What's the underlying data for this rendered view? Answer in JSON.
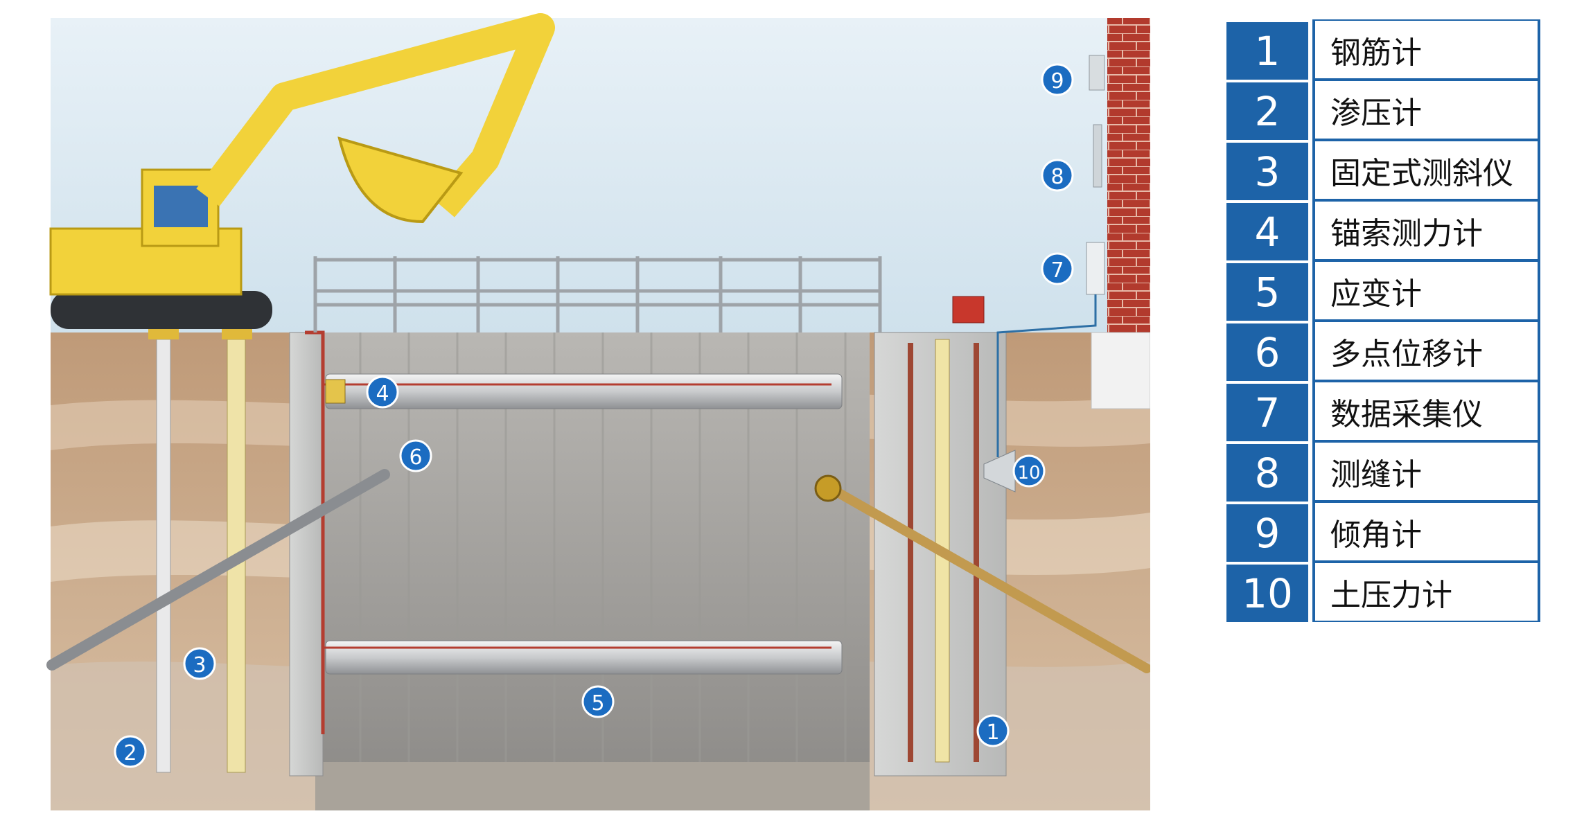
{
  "colors": {
    "accent": "#1d63a8",
    "marker_fill": "#1b6cc1",
    "sky": "#dbe9f2",
    "soil": "#cfb08e",
    "wall": "#a7a8a6",
    "excavator": "#f2d23a",
    "brick": "#b1362a"
  },
  "markers": [
    {
      "id": "m1",
      "label": "1"
    },
    {
      "id": "m2",
      "label": "2"
    },
    {
      "id": "m3",
      "label": "3"
    },
    {
      "id": "m4",
      "label": "4"
    },
    {
      "id": "m5",
      "label": "5"
    },
    {
      "id": "m6",
      "label": "6"
    },
    {
      "id": "m7",
      "label": "7"
    },
    {
      "id": "m8",
      "label": "8"
    },
    {
      "id": "m9",
      "label": "9"
    },
    {
      "id": "m10",
      "label": "10"
    }
  ],
  "legend": [
    {
      "num": "1",
      "name": "钢筋计"
    },
    {
      "num": "2",
      "name": "渗压计"
    },
    {
      "num": "3",
      "name": "固定式测斜仪"
    },
    {
      "num": "4",
      "name": "锚索测力计"
    },
    {
      "num": "5",
      "name": "应变计"
    },
    {
      "num": "6",
      "name": "多点位移计"
    },
    {
      "num": "7",
      "name": "数据采集仪"
    },
    {
      "num": "8",
      "name": "测缝计"
    },
    {
      "num": "9",
      "name": "倾角计"
    },
    {
      "num": "10",
      "name": "土压力计"
    }
  ]
}
